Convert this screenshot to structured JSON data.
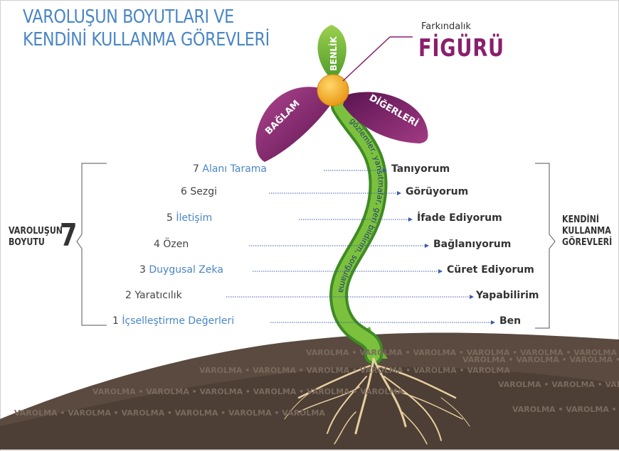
{
  "title": {
    "line1": "VAROLUŞUN BOYUTLARI VE",
    "line2": "KENDİNİ KULLANMA GÖREVLERİ"
  },
  "awareness": {
    "small": "Farkındalık",
    "big": "FİGÜRÜ"
  },
  "petals": {
    "top": "BENLİK",
    "left": "BAĞLAM",
    "right": "DİĞERLERİ"
  },
  "stem_text": "gözlemler, yansıtmalar, geri bildirim, sorgulama",
  "left_group": {
    "line1": "VAROLUŞUN",
    "line2": "BOYUTU",
    "number": "7"
  },
  "right_group": {
    "line1": "KENDİNİ",
    "line2": "KULLANMA",
    "line3": "GÖREVLERİ"
  },
  "rows": [
    {
      "num": "7",
      "dimension": "Alanı Tarama",
      "task": "Tanıyorum"
    },
    {
      "num": "6",
      "dimension": "Sezgi",
      "task": "Görüyorum"
    },
    {
      "num": "5",
      "dimension": "İletişim",
      "task": "İfade Ediyorum"
    },
    {
      "num": "4",
      "dimension": "Özen",
      "task": "Bağlanıyorum"
    },
    {
      "num": "3",
      "dimension": "Duygusal Zeka",
      "task": "Cüret Ediyorum"
    },
    {
      "num": "2",
      "dimension": "Yaratıcılık",
      "task": "Yapabilirim"
    },
    {
      "num": "1",
      "dimension": "İçselleştirme Değerleri",
      "task": "Ben"
    }
  ],
  "ground_text": "VAROLMA",
  "colors": {
    "title": "#4a86c5",
    "figure": "#8a1f6b",
    "petal_green": "#7ab83a",
    "petal_purple": "#7a1f6a",
    "center": "#f5a623",
    "soil": "#5a4a3f",
    "roots": "#e8cfa0"
  }
}
